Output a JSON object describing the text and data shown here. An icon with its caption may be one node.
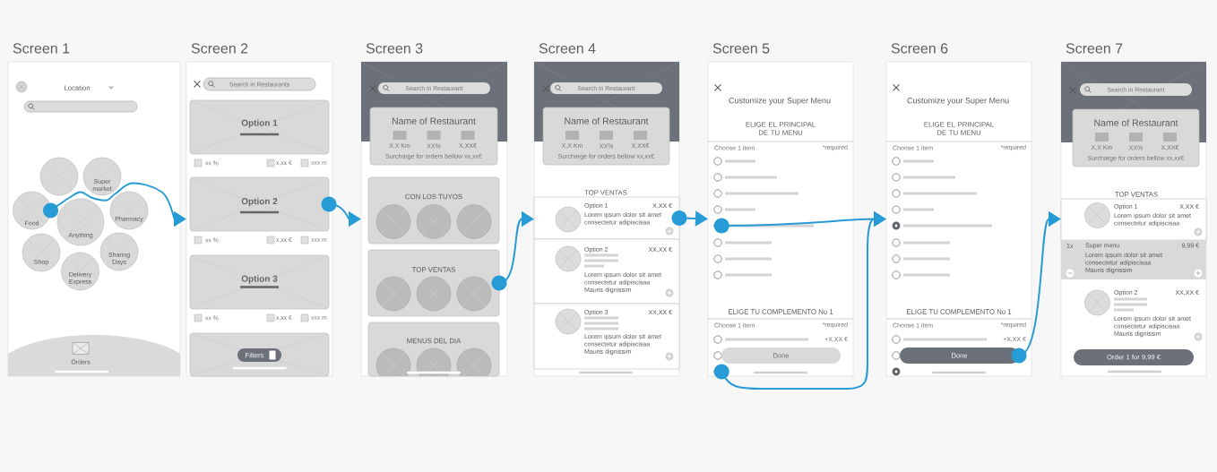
{
  "diagram": {
    "nodes": [
      {
        "text": [
          "Screen 1",
          "Location"
        ]
      },
      {
        "text": [],
        "shape": "circle",
        "in": 0
      },
      {
        "text": [
          "Super market"
        ],
        "in": 0
      },
      {
        "text": [
          "Food"
        ],
        "in": 0
      },
      {
        "text": [
          "Anything"
        ],
        "in": 0
      },
      {
        "text": [
          "Pharmacy"
        ],
        "in": 0
      },
      {
        "text": [
          "Shop"
        ],
        "in": 0
      },
      {
        "text": [
          "Delivery Express"
        ],
        "in": 0
      },
      {
        "text": [
          "Sharing Days"
        ],
        "in": 0
      },
      {
        "text": [
          "Orders"
        ],
        "in": 0
      },
      {
        "text": [
          "Screen 2",
          "xx %",
          "x,xx €",
          "xxx m",
          "xx %",
          "x,xx €",
          "xxx m",
          "xx %",
          "x,xx €",
          "xxx m"
        ]
      },
      {
        "text": [
          "Search in Restaurants"
        ],
        "in": 10
      },
      {
        "text": [
          "Option 1"
        ],
        "in": 10
      },
      {
        "text": [
          "Option 2"
        ],
        "in": 10
      },
      {
        "text": [
          "Option 3"
        ],
        "in": 10
      },
      {
        "text": [],
        "shape": "box",
        "in": 10
      },
      {
        "text": [
          "Filters"
        ],
        "in": 15
      },
      {
        "text": [
          "Screen 3"
        ]
      },
      {
        "text": [
          "Search in Restaurant"
        ],
        "in": 17
      },
      {
        "text": [
          "Name of Restaurant",
          "X,X Km",
          "XX%",
          "X,XX€",
          "Surcharge for orders bellow xx,xx€"
        ],
        "in": 17
      },
      {
        "text": [
          "CON LOS TUYOS"
        ],
        "in": 17
      },
      {
        "text": [
          "TOP VENTAS"
        ],
        "in": 17
      },
      {
        "text": [
          "MENUS DEL DIA"
        ],
        "in": 17
      },
      {
        "text": [
          "Screen 4",
          "TOP VENTAS"
        ]
      },
      {
        "text": [
          "Search in Restaurant"
        ],
        "in": 23
      },
      {
        "text": [
          "Name of Restaurant",
          "X,X Km",
          "XX%",
          "X,XX€",
          "Surcharge for orders bellow xx,xx€"
        ],
        "in": 23
      },
      {
        "text": [
          "Option 1",
          "X,XX €",
          "Lorem ipsum dolor sit amet consectetur adipiscisaa"
        ],
        "in": 23
      },
      {
        "text": [
          "Option 2",
          "XX,XX €",
          "Lorem ipsum dolor sit amet consectetur adipiscisaa Mauris dignissim"
        ],
        "in": 23
      },
      {
        "text": [
          "Option 3",
          "XX,XX €",
          "Lorem ipsum dolor sit amet consectetur adipiscisaa Mauris dignissim"
        ],
        "in": 23
      },
      {
        "text": [
          "Screen 5",
          "Customize your Super Menu",
          "ELIGE EL PRINCIPAL DE TU MENU",
          "Choose 1 item",
          "*required",
          "ELIGE TU COMPLEMENTO No 1",
          "Choose 1 item",
          "*required",
          "+X,XX €"
        ]
      },
      {
        "text": [],
        "shape": "circle",
        "in": 29
      },
      {
        "text": [
          "Done"
        ],
        "in": 29
      },
      {
        "text": [],
        "shape": "circle",
        "in": 29
      },
      {
        "text": [
          "Screen 6",
          "Customize your Super Menu",
          "ELIGE EL PRINCIPAL DE TU MENU",
          "Choose 1 item",
          "*required",
          "ELIGE TU COMPLEMENTO No 1",
          "Choose 1 item",
          "*required",
          "+X,XX €"
        ]
      },
      {
        "text": [
          "Done"
        ],
        "in": 33
      },
      {
        "text": [
          "Screen 7",
          "TOP VENTAS"
        ]
      },
      {
        "text": [
          "Search in Restaurant"
        ],
        "in": 35
      },
      {
        "text": [
          "Name of Restaurant",
          "X,X Km",
          "XX%",
          "X,XX€",
          "Surcharge for orders bellow xx,xx€"
        ],
        "in": 35
      },
      {
        "text": [
          "Option 1",
          "X,XX €",
          "Lorem ipsum dolor sit amet consectetur adipiscisaa"
        ],
        "in": 35
      },
      {
        "text": [
          "1x",
          "Super menu",
          "9,99 €",
          "Lorem ipsum dolor sit amet consectetur adipiscisaa Mauris dignissim"
        ],
        "in": 35
      },
      {
        "text": [
          "Option 2",
          "XX,XX €",
          "Lorem ipsum dolor sit amet consectetur adipiscisaa Mauris dignissim"
        ],
        "in": 35
      },
      {
        "text": [
          "Order 1 for 9,99 €"
        ],
        "in": 35
      }
    ],
    "edges": [
      {
        "from": 3,
        "to": 10,
        "arrow": "to"
      },
      {
        "from": 13,
        "to": 17,
        "arrow": "to"
      },
      {
        "from": 21,
        "to": 23,
        "arrow": "to"
      },
      {
        "from": 26,
        "to": 29,
        "arrow": "to"
      },
      {
        "from": 30,
        "to": 33,
        "arrow": "to"
      },
      {
        "from": 32,
        "to": 33,
        "arrow": "to"
      },
      {
        "from": 34,
        "to": 35,
        "arrow": "to"
      }
    ]
  }
}
